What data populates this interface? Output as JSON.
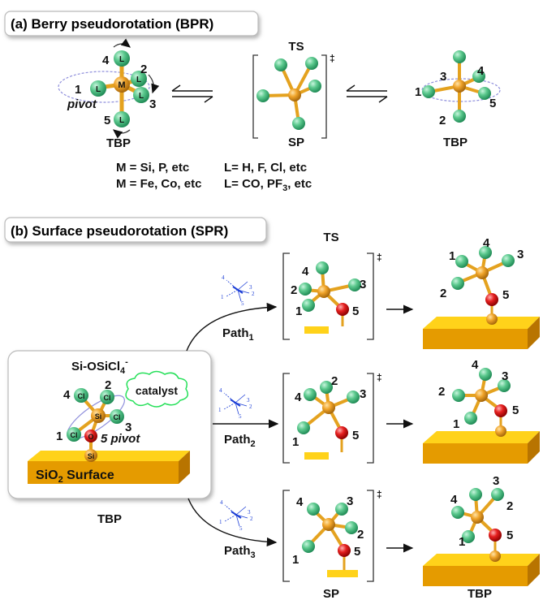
{
  "panel_a": {
    "title": "(a) Berry pseudorotation (BPR)",
    "ts_label": "TS",
    "sp_label": "SP",
    "dagger": "‡",
    "left_tbp": {
      "labels": [
        "1",
        "2",
        "3",
        "4",
        "5"
      ],
      "metal": "M",
      "ligand": "L",
      "pivot": "pivot",
      "caption": "TBP"
    },
    "right_tbp": {
      "labels": [
        "1",
        "2",
        "3",
        "4",
        "5"
      ],
      "caption": "TBP"
    },
    "equilibrium_icon": "equilibrium-arrows-icon",
    "legend_line1": [
      "M = Si, P, etc",
      "L= H, F, Cl, etc"
    ],
    "legend_line2_a": "M = Fe, Co, etc",
    "legend_line2_b_prefix": "L= CO, PF",
    "legend_line2_b_sub": "3",
    "legend_line2_b_suffix": ", etc"
  },
  "panel_b": {
    "title": "(b) Surface pseudorotation (SPR)",
    "ts_label": "TS",
    "sp_label": "SP",
    "tbp_label": "TBP",
    "dagger": "‡",
    "start": {
      "formula_prefix": "Si-OSiCl",
      "formula_sub": "4",
      "formula_sup": "-",
      "catalyst": "catalyst",
      "si_label": "Si",
      "cl_label": "Cl",
      "o_label": "O",
      "labels": [
        "1",
        "2",
        "3",
        "4"
      ],
      "pivot": "5 pivot",
      "surface_prefix": "SiO",
      "surface_sub": "2",
      "surface_suffix": " Surface",
      "caption": "TBP"
    },
    "paths": [
      {
        "name": "Path",
        "sub": "1",
        "ts_labels": [
          "4",
          "2",
          "3",
          "1",
          "5"
        ],
        "product_labels": [
          "1",
          "4",
          "3",
          "2",
          "5"
        ]
      },
      {
        "name": "Path",
        "sub": "2",
        "ts_labels": [
          "2",
          "4",
          "3",
          "1",
          "5"
        ],
        "product_labels": [
          "4",
          "3",
          "2",
          "1",
          "5"
        ]
      },
      {
        "name": "Path",
        "sub": "3",
        "ts_labels": [
          "4",
          "3",
          "2",
          "1",
          "5"
        ],
        "product_labels": [
          "3",
          "4",
          "2",
          "1",
          "5"
        ]
      }
    ],
    "mini_labels": [
      "4",
      "1",
      "5",
      "3",
      "2"
    ]
  },
  "colors": {
    "ligand": "#5cc98e",
    "ligand_dark": "#1f8a55",
    "center": "#f0a42a",
    "center_dark": "#a4650a",
    "oxygen": "#e51f1f",
    "surface_top": "#ffd21a",
    "surface_front": "#e59b00",
    "surface_side": "#b87400",
    "catalyst_outline": "#27e05a",
    "pivot_ellipse": "#8f8fdc",
    "mini_blue": "#1d3fd6"
  }
}
